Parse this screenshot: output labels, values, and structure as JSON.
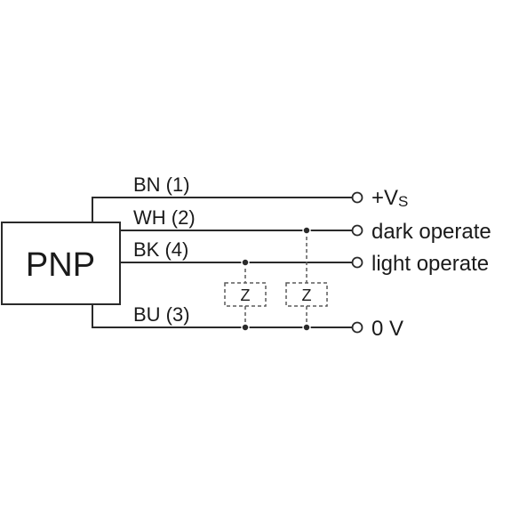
{
  "device": {
    "type_label": "PNP"
  },
  "wires": [
    {
      "label": "BN (1)",
      "terminal_label": "+V",
      "terminal_subscript": "S"
    },
    {
      "label": "WH (2)",
      "terminal_label": "dark operate"
    },
    {
      "label": "BK (4)",
      "terminal_label": "light operate"
    },
    {
      "label": "BU (3)",
      "terminal_label": "0 V"
    }
  ],
  "loads": [
    {
      "label": "Z"
    },
    {
      "label": "Z"
    }
  ],
  "colors": {
    "line": "#2a2a2a",
    "dashed": "#5a5a5a",
    "text": "#1a1a1a",
    "background": "#ffffff"
  }
}
